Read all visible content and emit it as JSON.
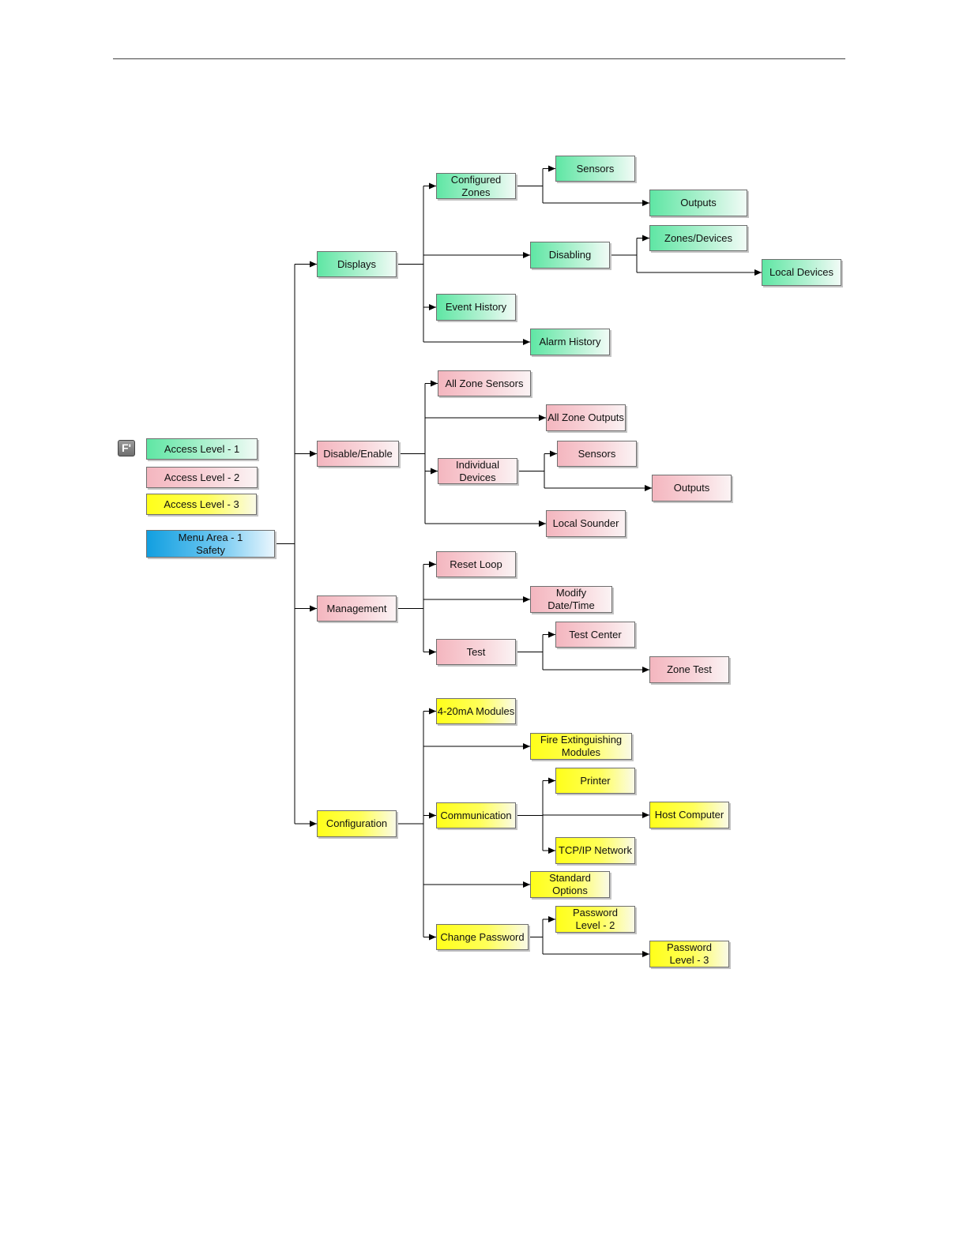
{
  "key_icon": {
    "label": "F'",
    "name": "function-key-icon"
  },
  "legend": [
    {
      "id": "legend-access-level-1",
      "label": "Access Level - 1",
      "color": "g"
    },
    {
      "id": "legend-access-level-2",
      "label": "Access Level - 2",
      "color": "p"
    },
    {
      "id": "legend-access-level-3",
      "label": "Access Level - 3",
      "color": "y"
    }
  ],
  "colors": {
    "level_1": "#5fe6a4",
    "level_2": "#f4b6bf",
    "level_3": "#ffff1a",
    "menu_area": "#129fe0",
    "connector": "#000000"
  },
  "nodes": [
    {
      "id": "menu-area-1-safety",
      "label": "Menu Area - 1\nSafety",
      "color": "b"
    },
    {
      "id": "displays",
      "label": "Displays",
      "color": "g"
    },
    {
      "id": "configured-zones",
      "label": "Configured\nZones",
      "color": "g"
    },
    {
      "id": "displays-sensors",
      "label": "Sensors",
      "color": "g"
    },
    {
      "id": "displays-outputs",
      "label": "Outputs",
      "color": "g"
    },
    {
      "id": "disabling",
      "label": "Disabling",
      "color": "g"
    },
    {
      "id": "zones-devices",
      "label": "Zones/Devices",
      "color": "g"
    },
    {
      "id": "local-devices",
      "label": "Local Devices",
      "color": "g"
    },
    {
      "id": "event-history",
      "label": "Event History",
      "color": "g"
    },
    {
      "id": "alarm-history",
      "label": "Alarm History",
      "color": "g"
    },
    {
      "id": "disable-enable",
      "label": "Disable/Enable",
      "color": "p"
    },
    {
      "id": "all-zone-sensors",
      "label": "All Zone Sensors",
      "color": "p"
    },
    {
      "id": "all-zone-outputs",
      "label": "All Zone Outputs",
      "color": "p"
    },
    {
      "id": "individual-devices",
      "label": "Individual\nDevices",
      "color": "p"
    },
    {
      "id": "individual-sensors",
      "label": "Sensors",
      "color": "p"
    },
    {
      "id": "individual-outputs",
      "label": "Outputs",
      "color": "p"
    },
    {
      "id": "local-sounder",
      "label": "Local Sounder",
      "color": "p"
    },
    {
      "id": "management",
      "label": "Management",
      "color": "p"
    },
    {
      "id": "reset-loop",
      "label": "Reset Loop",
      "color": "p"
    },
    {
      "id": "modify-date-time",
      "label": "Modify\nDate/Time",
      "color": "p"
    },
    {
      "id": "test",
      "label": "Test",
      "color": "p"
    },
    {
      "id": "test-center",
      "label": "Test Center",
      "color": "p"
    },
    {
      "id": "zone-test",
      "label": "Zone Test",
      "color": "p"
    },
    {
      "id": "configuration",
      "label": "Configuration",
      "color": "y"
    },
    {
      "id": "ma-modules",
      "label": "4-20mA Modules",
      "color": "y"
    },
    {
      "id": "fire-extinguishing-modules",
      "label": "Fire Extinguishing\nModules",
      "color": "y"
    },
    {
      "id": "communication",
      "label": "Communication",
      "color": "y"
    },
    {
      "id": "printer",
      "label": "Printer",
      "color": "y"
    },
    {
      "id": "host-computer",
      "label": "Host Computer",
      "color": "y"
    },
    {
      "id": "tcp-ip-network",
      "label": "TCP/IP Network",
      "color": "y"
    },
    {
      "id": "standard-options",
      "label": "Standard\nOptions",
      "color": "y"
    },
    {
      "id": "change-password",
      "label": "Change Password",
      "color": "y"
    },
    {
      "id": "password-level-2",
      "label": "Password\nLevel - 2",
      "color": "y"
    },
    {
      "id": "password-level-3",
      "label": "Password\nLevel - 3",
      "color": "y"
    }
  ],
  "edges": [
    [
      "menu-area-1-safety",
      "displays"
    ],
    [
      "menu-area-1-safety",
      "disable-enable"
    ],
    [
      "menu-area-1-safety",
      "management"
    ],
    [
      "menu-area-1-safety",
      "configuration"
    ],
    [
      "displays",
      "configured-zones"
    ],
    [
      "displays",
      "disabling"
    ],
    [
      "displays",
      "event-history"
    ],
    [
      "displays",
      "alarm-history"
    ],
    [
      "configured-zones",
      "displays-sensors"
    ],
    [
      "configured-zones",
      "displays-outputs"
    ],
    [
      "disabling",
      "zones-devices"
    ],
    [
      "disabling",
      "local-devices"
    ],
    [
      "disable-enable",
      "all-zone-sensors"
    ],
    [
      "disable-enable",
      "all-zone-outputs"
    ],
    [
      "disable-enable",
      "individual-devices"
    ],
    [
      "disable-enable",
      "local-sounder"
    ],
    [
      "individual-devices",
      "individual-sensors"
    ],
    [
      "individual-devices",
      "individual-outputs"
    ],
    [
      "management",
      "reset-loop"
    ],
    [
      "management",
      "modify-date-time"
    ],
    [
      "management",
      "test"
    ],
    [
      "test",
      "test-center"
    ],
    [
      "test",
      "zone-test"
    ],
    [
      "configuration",
      "ma-modules"
    ],
    [
      "configuration",
      "fire-extinguishing-modules"
    ],
    [
      "configuration",
      "communication"
    ],
    [
      "configuration",
      "standard-options"
    ],
    [
      "configuration",
      "change-password"
    ],
    [
      "communication",
      "printer"
    ],
    [
      "communication",
      "host-computer"
    ],
    [
      "communication",
      "tcp-ip-network"
    ],
    [
      "change-password",
      "password-level-2"
    ],
    [
      "change-password",
      "password-level-3"
    ]
  ]
}
